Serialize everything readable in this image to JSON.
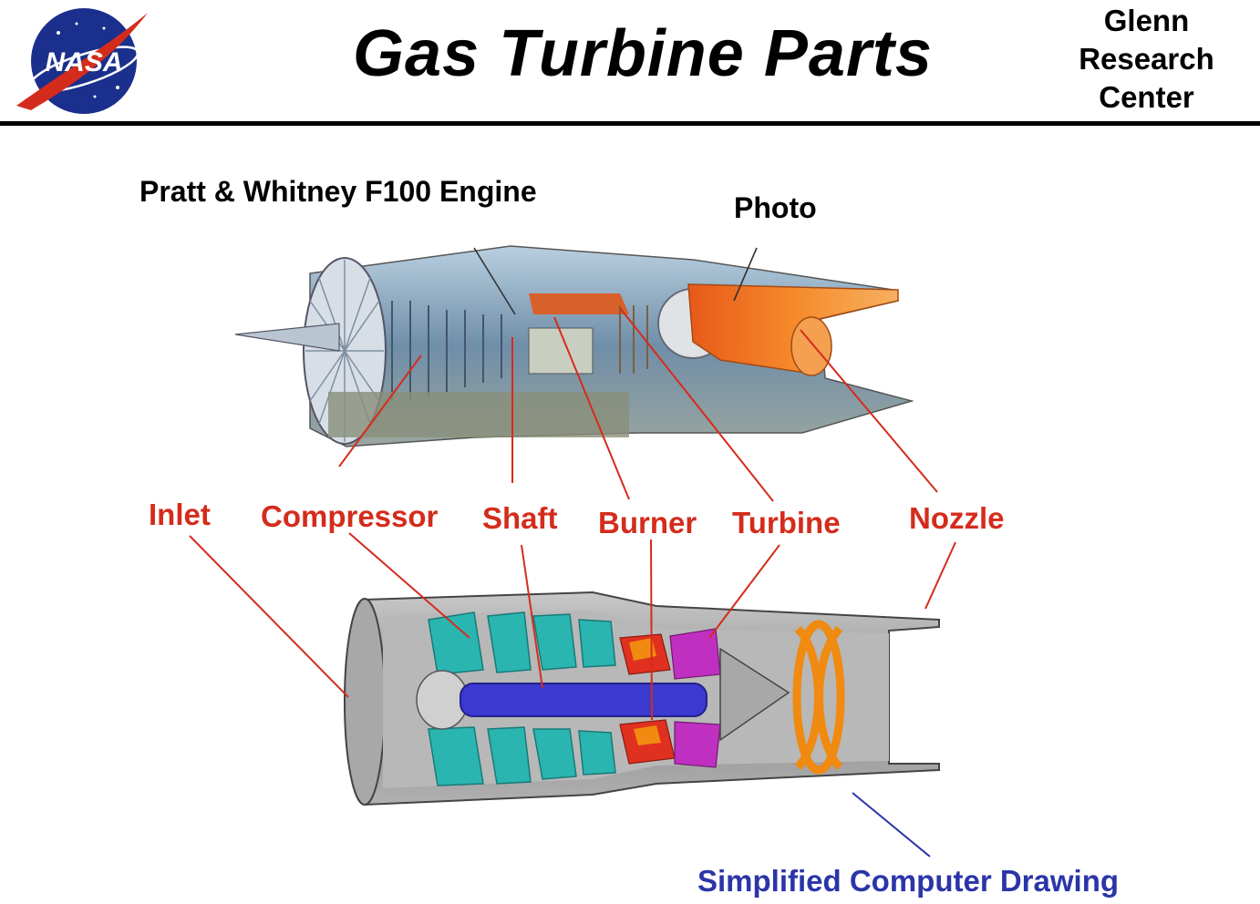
{
  "header": {
    "logo_text": "NASA",
    "title": "Gas Turbine Parts",
    "center_lines": [
      "Glenn",
      "Research",
      "Center"
    ]
  },
  "photo_section": {
    "engine_name": "Pratt & Whitney F100 Engine",
    "photo_label": "Photo"
  },
  "parts": {
    "inlet": "Inlet",
    "compressor": "Compressor",
    "shaft": "Shaft",
    "burner": "Burner",
    "turbine": "Turbine",
    "nozzle": "Nozzle"
  },
  "drawing_label": "Simplified Computer Drawing",
  "colors": {
    "part_label_red": "#d42c1c",
    "drawing_label_blue": "#2b35a8",
    "nasa_blue": "#1b2f8c",
    "casing_gray": "#9a9a9a",
    "compressor_teal": "#2bb5b0",
    "shaft_blue": "#3a3ad0",
    "burner_red": "#e03020",
    "turbine_magenta": "#c030c0",
    "nozzle_orange": "#f08a10"
  }
}
